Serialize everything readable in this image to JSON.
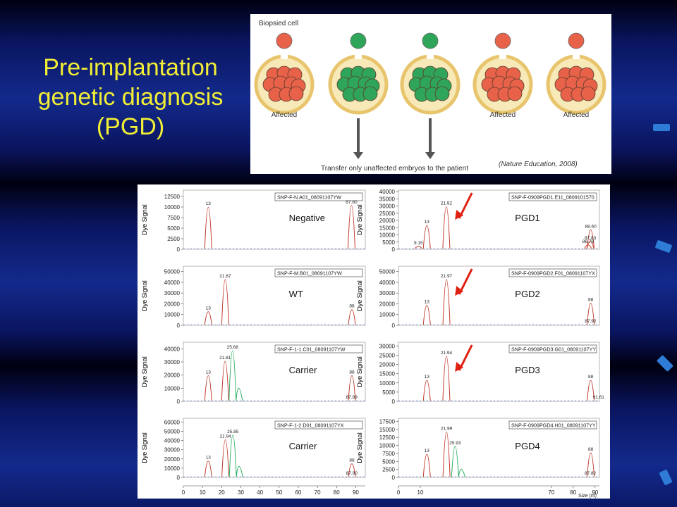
{
  "title": "Pre-implantation genetic diagnosis (PGD)",
  "diagram": {
    "top_label": "Biopsied cell",
    "embryos": [
      {
        "status": "affected",
        "label": "Affected"
      },
      {
        "status": "unaffected",
        "label": ""
      },
      {
        "status": "unaffected",
        "label": ""
      },
      {
        "status": "affected",
        "label": "Affected"
      },
      {
        "status": "affected",
        "label": "Affected"
      }
    ],
    "transfer_label": "Transfer only unaffected embryos to the patient",
    "citation": "(Nature Education, 2008)",
    "colors": {
      "affected": "#e8624a",
      "unaffected": "#2fa55a",
      "zona": "#e8c56c",
      "arrow": "#555555"
    }
  },
  "charts": {
    "ylabel": "Dye Signal",
    "xlabel": "Size (nt)",
    "colors": {
      "red": "#c0392b",
      "green": "#27ae60",
      "blue": "#3a5fcd",
      "arrow": "#e02010"
    },
    "panels": [
      {
        "col": 0,
        "row": 0,
        "sample_id": "SNP-F-N.A01_08091107YW",
        "name": "Negative",
        "yticks": [
          "12500",
          "10000",
          "7500",
          "5000",
          "2500",
          "0"
        ],
        "ymax": 14000,
        "xmin": 0,
        "xmax": 95,
        "peaks": [
          {
            "x": 13,
            "h": 9800,
            "color": "red",
            "label": "13"
          },
          {
            "x": 87.8,
            "h": 10200,
            "color": "red",
            "label": "87.80",
            "label_below": true
          }
        ]
      },
      {
        "col": 0,
        "row": 1,
        "sample_id": "SNP-F-M.B01_08091107YW",
        "name": "WT",
        "yticks": [
          "50000",
          "40000",
          "30000",
          "20000",
          "10000",
          "0"
        ],
        "ymax": 55000,
        "xmin": 0,
        "xmax": 95,
        "peaks": [
          {
            "x": 13,
            "h": 12000,
            "color": "red",
            "label": "13"
          },
          {
            "x": 21.87,
            "h": 42000,
            "color": "red",
            "label": "21.87"
          },
          {
            "x": 88,
            "h": 14000,
            "color": "red",
            "label": "88"
          }
        ]
      },
      {
        "col": 0,
        "row": 2,
        "sample_id": "SNP-F-1-1.C01_08091107YW",
        "name": "Carrier",
        "yticks": [
          "40000",
          "30000",
          "20000",
          "10000",
          "0"
        ],
        "ymax": 45000,
        "xmin": 0,
        "xmax": 95,
        "peaks": [
          {
            "x": 13,
            "h": 19000,
            "color": "red",
            "label": "13"
          },
          {
            "x": 21.81,
            "h": 30000,
            "color": "red",
            "label": "21.81"
          },
          {
            "x": 25.68,
            "h": 38000,
            "color": "green",
            "label": "25.68"
          },
          {
            "x": 88,
            "h": 19000,
            "color": "red",
            "label": "88"
          },
          {
            "x": 87.89,
            "h": 0,
            "color": "red",
            "label": "87.89",
            "label_below": true
          }
        ]
      },
      {
        "col": 0,
        "row": 3,
        "sample_id": "SNP-F-1-2.D01_08091107YX",
        "name": "Carrier",
        "yticks": [
          "60000",
          "50000",
          "40000",
          "30000",
          "20000",
          "10000",
          "0"
        ],
        "ymax": 64000,
        "xmin": 0,
        "xmax": 95,
        "peaks": [
          {
            "x": 13,
            "h": 17000,
            "color": "red",
            "label": "13"
          },
          {
            "x": 21.94,
            "h": 40000,
            "color": "red",
            "label": "21.94"
          },
          {
            "x": 25.85,
            "h": 45000,
            "color": "green",
            "label": "25.85"
          },
          {
            "x": 88,
            "h": 14000,
            "color": "red",
            "label": "88"
          },
          {
            "x": 87.9,
            "h": 0,
            "color": "red",
            "label": "87.90",
            "label_below": true
          }
        ]
      },
      {
        "col": 1,
        "row": 0,
        "sample_id": "SNP-F-0909PGD1.E11_0809101570",
        "name": "PGD1",
        "yticks": [
          "40000",
          "35000",
          "30000",
          "25000",
          "20000",
          "15000",
          "10000",
          "5000",
          "0"
        ],
        "ymax": 41000,
        "xmin": 0,
        "xmax": 92,
        "arrow": true,
        "peaks": [
          {
            "x": 9.15,
            "h": 1500,
            "color": "red",
            "label": "9.15"
          },
          {
            "x": 13,
            "h": 16000,
            "color": "red",
            "label": "13"
          },
          {
            "x": 21.92,
            "h": 29000,
            "color": "red",
            "label": "21.92"
          },
          {
            "x": 88,
            "h": 13000,
            "color": "red",
            "label": "88.60"
          },
          {
            "x": 87.83,
            "h": 5000,
            "color": "red",
            "label": "87.83"
          },
          {
            "x": 86.78,
            "h": 2500,
            "color": "red",
            "label": "86.78"
          }
        ]
      },
      {
        "col": 1,
        "row": 1,
        "sample_id": "SNP-F-0909PGD2.F01_08091107YX",
        "name": "PGD2",
        "yticks": [
          "50000",
          "40000",
          "30000",
          "20000",
          "10000",
          "0"
        ],
        "ymax": 55000,
        "xmin": 0,
        "xmax": 92,
        "arrow": true,
        "peaks": [
          {
            "x": 13,
            "h": 18000,
            "color": "red",
            "label": "13"
          },
          {
            "x": 21.97,
            "h": 42000,
            "color": "red",
            "label": "21.97"
          },
          {
            "x": 88,
            "h": 20000,
            "color": "red",
            "label": "88"
          },
          {
            "x": 87.92,
            "h": 0,
            "color": "red",
            "label": "87.92",
            "label_below": true
          }
        ]
      },
      {
        "col": 1,
        "row": 2,
        "sample_id": "SNP-F-0909PGD3.G01_08091107YY",
        "name": "PGD3",
        "yticks": [
          "30000",
          "25000",
          "20000",
          "15000",
          "10000",
          "5000",
          "0"
        ],
        "ymax": 32000,
        "xmin": 0,
        "xmax": 92,
        "arrow": true,
        "peaks": [
          {
            "x": 13,
            "h": 11000,
            "color": "red",
            "label": "13"
          },
          {
            "x": 21.94,
            "h": 24000,
            "color": "red",
            "label": "21.94"
          },
          {
            "x": 88,
            "h": 11000,
            "color": "red",
            "label": "88"
          },
          {
            "x": 91.61,
            "h": 0,
            "color": "red",
            "label": "91.61",
            "label_below": true
          }
        ]
      },
      {
        "col": 1,
        "row": 3,
        "sample_id": "SNP-F-0909PGD4.H01_08091107YY",
        "name": "PGD4",
        "yticks": [
          "17500",
          "15000",
          "12500",
          "10000",
          "7500",
          "5000",
          "2500",
          "0"
        ],
        "ymax": 18500,
        "xmin": 0,
        "xmax": 92,
        "peaks": [
          {
            "x": 13,
            "h": 7000,
            "color": "red",
            "label": "13"
          },
          {
            "x": 21.99,
            "h": 14000,
            "color": "red",
            "label": "21.99"
          },
          {
            "x": 25.93,
            "h": 9500,
            "color": "green",
            "label": "25.93"
          },
          {
            "x": 88,
            "h": 7500,
            "color": "red",
            "label": "88"
          },
          {
            "x": 87.82,
            "h": 0,
            "color": "red",
            "label": "87.82",
            "label_below": true
          }
        ]
      }
    ],
    "xticks_left": [
      "0",
      "10",
      "20",
      "30",
      "40",
      "50",
      "60",
      "70",
      "80",
      "90"
    ],
    "xticks_right": [
      "0",
      "10",
      "70",
      "80",
      "90"
    ]
  }
}
